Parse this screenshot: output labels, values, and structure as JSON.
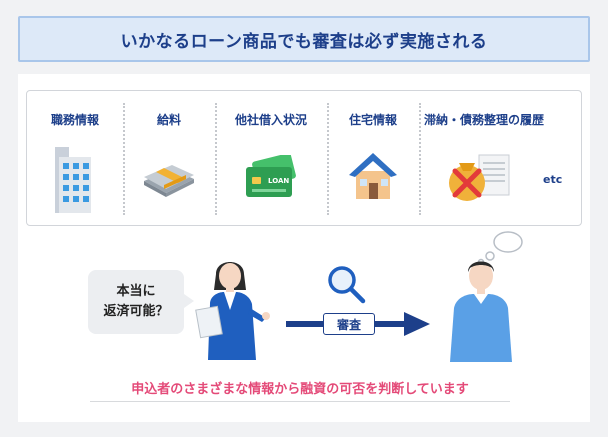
{
  "title": "いかなるローン商品でも審査は必ず実施される",
  "categories": [
    {
      "label": "職務情報",
      "icon": "office-building-icon"
    },
    {
      "label": "給料",
      "icon": "cash-bundle-icon"
    },
    {
      "label": "他社借入状況",
      "icon": "loan-card-icon",
      "card_text": "LOAN"
    },
    {
      "label": "住宅情報",
      "icon": "house-icon"
    },
    {
      "label": "滞納・債務整理の履歴",
      "icon": "money-bag-denied-icon"
    }
  ],
  "etc_label": "etc",
  "speech": {
    "line1": "本当に",
    "line2": "返済可能？"
  },
  "review_label": "審査",
  "caption": "申込者のさまざまな情報から融資の可否を判断しています",
  "colors": {
    "navy": "#1d3f8a",
    "accent_pink": "#e44a78",
    "blue": "#1f5fbf",
    "title_bg": "#dde9f8"
  }
}
